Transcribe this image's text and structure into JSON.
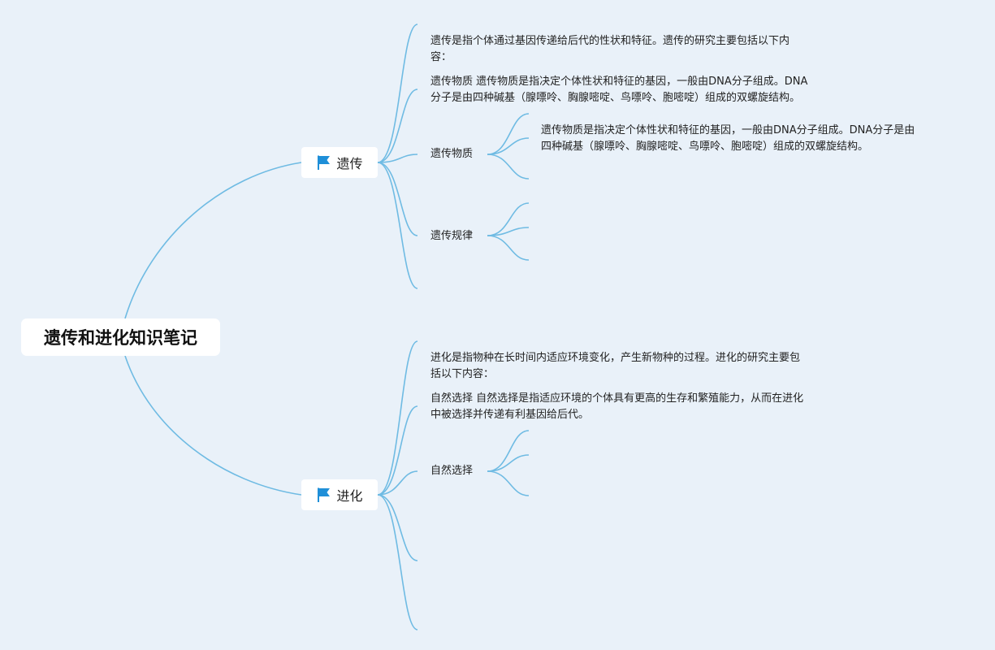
{
  "root": {
    "title": "遗传和进化知识笔记"
  },
  "branches": [
    {
      "icon": "flag-icon",
      "label": "遗传",
      "topics": [
        {
          "lines": [
            "遗传是指个体通过基因传递给后代的性状和特征。遗传的研究主要包括以下内",
            "容："
          ]
        },
        {
          "lines": [
            "遗传物质 遗传物质是指决定个体性状和特征的基因，一般由DNA分子组成。DNA",
            "分子是由四种碱基（腺嘌呤、胸腺嘧啶、鸟嘌呤、胞嘧啶）组成的双螺旋结构。"
          ]
        },
        {
          "lines": [
            "遗传物质"
          ],
          "children": [
            {
              "lines": [
                "遗传物质是指决定个体性状和特征的基因，一般由DNA分子组成。DNA分子是由",
                "四种碱基（腺嘌呤、胸腺嘧啶、鸟嘌呤、胞嘧啶）组成的双螺旋结构。"
              ]
            },
            {
              "lines": []
            },
            {
              "lines": []
            }
          ]
        },
        {
          "lines": [
            "遗传规律"
          ],
          "children": [
            {
              "lines": []
            },
            {
              "lines": []
            },
            {
              "lines": []
            }
          ]
        },
        {
          "lines": []
        }
      ]
    },
    {
      "icon": "flag-icon",
      "label": "进化",
      "topics": [
        {
          "lines": [
            "进化是指物种在长时间内适应环境变化，产生新物种的过程。进化的研究主要包",
            "括以下内容："
          ]
        },
        {
          "lines": [
            "自然选择 自然选择是指适应环境的个体具有更高的生存和繁殖能力，从而在进化",
            "中被选择并传递有利基因给后代。"
          ]
        },
        {
          "lines": [
            "自然选择"
          ],
          "children": [
            {
              "lines": []
            },
            {
              "lines": []
            },
            {
              "lines": []
            }
          ]
        },
        {
          "lines": []
        },
        {
          "lines": []
        }
      ]
    }
  ],
  "colors": {
    "background": "#e9f1f9",
    "connector": "#6fbbe3",
    "flag": "#1f8fd8",
    "node_fill": "#ffffff"
  }
}
